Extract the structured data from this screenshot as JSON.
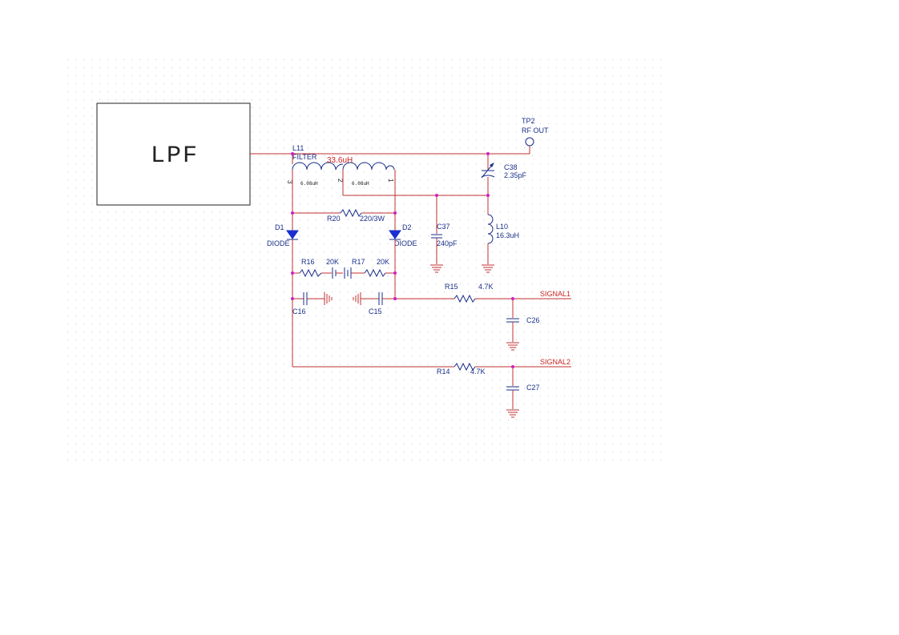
{
  "block": {
    "label": "LPF"
  },
  "test_point": {
    "ref": "TP2",
    "name": "RF OUT"
  },
  "inductor_l11": {
    "ref": "L11",
    "type": "FILTER",
    "value": "33.6uH",
    "left_value": "6.08uH",
    "right_value": "6.08uH",
    "pin3": "3",
    "pin2": "2",
    "pin1": "1"
  },
  "cap_c38": {
    "ref": "C38",
    "value": "2.35pF"
  },
  "resistor_r20": {
    "ref": "R20",
    "value": "220/3W"
  },
  "cap_c37": {
    "ref": "C37",
    "value": "240pF"
  },
  "inductor_l10": {
    "ref": "L10",
    "value": "16.3uH"
  },
  "diode_d1": {
    "ref": "D1",
    "type": "DIODE"
  },
  "diode_d2": {
    "ref": "D2",
    "type": "DIODE"
  },
  "resistor_r16": {
    "ref": "R16",
    "value": "20K"
  },
  "resistor_r17": {
    "ref": "R17",
    "value": "20K"
  },
  "cap_c16": {
    "ref": "C16"
  },
  "cap_c15": {
    "ref": "C15"
  },
  "resistor_r15": {
    "ref": "R15",
    "value": "4.7K"
  },
  "resistor_r14": {
    "ref": "R14",
    "value": "4.7K"
  },
  "cap_c26": {
    "ref": "C26"
  },
  "cap_c27": {
    "ref": "C27"
  },
  "signal1": {
    "label": "SIGNAL1"
  },
  "signal2": {
    "label": "SIGNAL2"
  },
  "colors": {
    "wire": "#c03030",
    "component": "#1a2f8a",
    "junction": "#d020c0",
    "diode": "#1a2fd0",
    "grid": "#c8c8c8"
  }
}
